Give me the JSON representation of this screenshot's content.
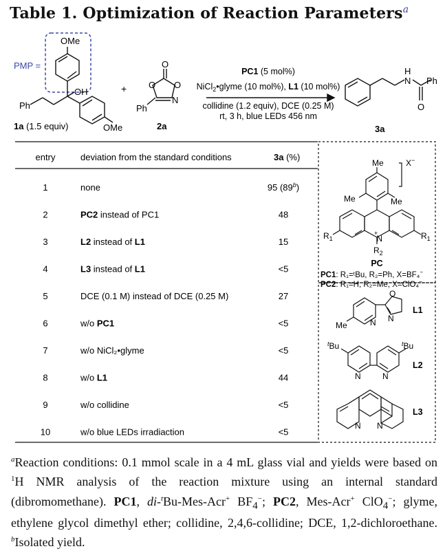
{
  "title": {
    "text": "Table 1. Optimization of Reaction Parameters",
    "marker": "a"
  },
  "scheme": {
    "pmp_label": "PMP =",
    "ome_top": "OMe",
    "ome_bottom": "OMe",
    "oh": "OH",
    "ph_left": "Ph",
    "sm1_label_bold": "1a",
    "sm1_label_rest": " (1.5 equiv)",
    "plus": "+",
    "sm2_o": "O",
    "sm2_ring_o": "O",
    "sm2_ring_o2": "O",
    "sm2_n": "N",
    "sm2_ph": "Ph",
    "sm2_label": "2a",
    "cond_line1_bold": "PC1",
    "cond_line1_rest": " (5 mol%)",
    "cond_line2_a": "NiCl",
    "cond_line2_sub": "2",
    "cond_line2_b": "•glyme (10 mol%), ",
    "cond_line2_bold": "L1",
    "cond_line2_c": " (10 mol%)",
    "cond_line3": "collidine (1.2 equiv), DCE (0.25 M)",
    "cond_line4": "rt, 3 h, blue LEDs 456 nm",
    "prod_h": "H",
    "prod_n": "N",
    "prod_ph": "Ph",
    "prod_o": "O",
    "prod_label": "3a"
  },
  "table": {
    "headers": {
      "entry": "entry",
      "deviation": "deviation from the standard conditions",
      "yield_bold": "3a",
      "yield_rest": " (%)"
    },
    "rows": [
      {
        "entry": "1",
        "pre": "",
        "bold": "",
        "post": "none",
        "yield": "95 (89",
        "yield_sup": "b",
        "yield_end": ")"
      },
      {
        "entry": "2",
        "pre": "",
        "bold": "PC2",
        "post": " instead of PC1",
        "yield": "48",
        "yield_sup": "",
        "yield_end": ""
      },
      {
        "entry": "3",
        "pre": "",
        "bold": "L2",
        "post": " instead of ",
        "bold2": "L1",
        "yield": "15",
        "yield_sup": "",
        "yield_end": ""
      },
      {
        "entry": "4",
        "pre": "",
        "bold": "L3",
        "post": " instead of ",
        "bold2": "L1",
        "yield": "<5",
        "yield_sup": "",
        "yield_end": ""
      },
      {
        "entry": "5",
        "pre": "",
        "bold": "",
        "post": "DCE (0.1 M) instead of DCE (0.25 M)",
        "yield": "27",
        "yield_sup": "",
        "yield_end": ""
      },
      {
        "entry": "6",
        "pre": "w/o ",
        "bold": "PC1",
        "post": "",
        "yield": "<5",
        "yield_sup": "",
        "yield_end": ""
      },
      {
        "entry": "7",
        "pre": "",
        "bold": "",
        "post": "w/o NiCl₂•glyme",
        "yield": "<5",
        "yield_sup": "",
        "yield_end": ""
      },
      {
        "entry": "8",
        "pre": "w/o ",
        "bold": "L1",
        "post": "",
        "yield": "44",
        "yield_sup": "",
        "yield_end": ""
      },
      {
        "entry": "9",
        "pre": "",
        "bold": "",
        "post": "w/o collidine",
        "yield": "<5",
        "yield_sup": "",
        "yield_end": ""
      },
      {
        "entry": "10",
        "pre": "",
        "bold": "",
        "post": "w/o blue LEDs irradiaction",
        "yield": "<5",
        "yield_sup": "",
        "yield_end": ""
      }
    ]
  },
  "side": {
    "me_top": "Me",
    "me_left": "Me",
    "me_right": "Me",
    "x_minus": "X",
    "r1_left": "R",
    "r1_right": "R",
    "r2": "R",
    "n_plus": "N",
    "pc_label": "PC",
    "pc1_line": "PC1",
    "pc1_def": ": R₁=ᵗBu, R₂=Ph, X=BF₄",
    "pc2_line": "PC2",
    "pc2_def": ": R₁=H, R₂=Me, X=ClO₄",
    "l1_label": "L1",
    "l1_me": "Me",
    "l1_n": "N",
    "l1_n2": "N",
    "l1_o": "O",
    "l2_label": "L2",
    "l2_tbu_left": "Bu",
    "l2_tbu_right": "Bu",
    "l2_n1": "N",
    "l2_n2": "N",
    "l3_label": "L3",
    "l3_n1": "N",
    "l3_n2": "N"
  },
  "footnote": {
    "a_mark": "a",
    "part1": "Reaction conditions: 0.1 mmol scale in a 4 mL glass vial and yields were based on ",
    "h_sup": "1",
    "part2": "H NMR analysis of the reaction mixture using an internal standard (dibromomethane). ",
    "pc1": "PC1",
    "part3": ", ",
    "di": "di-",
    "t_sup": "t",
    "part4": "Bu-Mes-Acr",
    "plus1": "+",
    "part5": " BF",
    "sub4a": "4",
    "minus1": "−",
    "part6": "; ",
    "pc2": "PC2",
    "part7": ", Mes-Acr",
    "plus2": "+",
    "part8": " ClO",
    "sub4b": "4",
    "minus2": "−",
    "part9": "; glyme, ethylene glycol dimethyl ether; collidine, 2,4,6-collidine; DCE, 1,2-dichloroethane. ",
    "b_mark": "b",
    "part10": "Isolated yield."
  }
}
